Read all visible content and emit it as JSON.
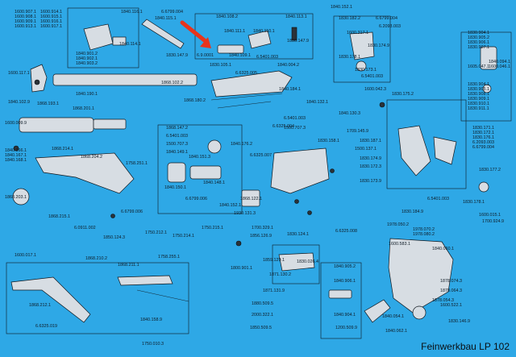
{
  "footer": {
    "title": "Feinwerkbau LP 102"
  },
  "colors": {
    "background": "#2ea8e6",
    "ink": "#101820",
    "part_fill": "#d7dde3",
    "arrow": "#e8341c"
  },
  "labels": [
    "1600.907.1",
    "1600.908.1",
    "1600.909.1",
    "1600.913.1",
    "1600.914.1",
    "1600.915.1",
    "1600.916.1",
    "1600.917.1",
    "1840.901.2",
    "1840.902.1",
    "1840.903.2",
    "1840.116.1",
    "6.6799.004",
    "1840.115.1",
    "1840.114.1",
    "1840.108.2",
    "1840.111.1",
    "1840.110.1",
    "1840.113.1",
    "1830.147.9",
    "6.9.0001",
    "1840.109.1",
    "1830.147.9",
    "6.5401.003",
    "1830.105.1",
    "1840.004.2",
    "1600.117.1",
    "1840.102.9",
    "1868.193.1",
    "1840.190.1",
    "1868.102.2",
    "6.6325.005",
    "1840.152.1",
    "1830.182.2",
    "6.6799.004",
    "6.2093.003",
    "1600.317.1",
    "1830.178.1",
    "1830.174.9",
    "1830.173.1",
    "6.5401.003",
    "1600.042.3",
    "1830.904.1",
    "1830.905.2",
    "1830.906.1",
    "1830.907.1",
    "1840.094.1",
    "1605.047.1",
    "1600.046.1",
    "1830.904.1",
    "1830.905.1",
    "1830.908.1",
    "1830.909.1",
    "1830.910.1",
    "1830.911.1",
    "1868.201.1",
    "1600.009.9",
    "1840.184.1",
    "1840.166.1",
    "1840.167.1",
    "1840.168.1",
    "1868.214.1",
    "1868.180.2",
    "1830.175.2",
    "1840.132.1",
    "6.6325.004",
    "6.5401.003",
    "1500.707.3",
    "1830.171.1",
    "1830.172.1",
    "1830.176.1",
    "6.2093.003",
    "6.6799.004",
    "1868.203.1",
    "1868.204.2",
    "1758.251.1",
    "1868.215.1",
    "6.6799.006",
    "1868.147.2",
    "6.5401.003",
    "1500.707.3",
    "1840.149.1",
    "1840.148.1",
    "1840.151.3",
    "1840.150.1",
    "6.6799.006",
    "1840.176.2",
    "6.6325.007",
    "1840.130.3",
    "1709.145.9",
    "1830.158.1",
    "1500.137.1",
    "1830.187.1",
    "1830.174.9",
    "1830.172.3",
    "1868.122.1",
    "1830.173.9",
    "1830.177.2",
    "1600.015.1",
    "1830.178.1",
    "6.5401.003",
    "1830.184.9",
    "6.0911.002",
    "1850.124.3",
    "1750.212.1",
    "1750.214.1",
    "1750.215.1",
    "1840.152.1",
    "1930.131.3",
    "1700.329.1",
    "1856.126.9",
    "1830.124.1",
    "6.6325.008",
    "1978.050.2",
    "1978.070.2",
    "1978.080.2",
    "1700.924.9",
    "1600.017.1",
    "1868.210.2",
    "1868.211.1",
    "1758.255.1",
    "1868.212.1",
    "1840.158.9",
    "6.6325.019",
    "1750.010.3",
    "1800.901.1",
    "1859.129.1",
    "1871.130.2",
    "1871.131.9",
    "1880.509.5",
    "2000.322.1",
    "1850.509.5",
    "1840.905.2",
    "1840.906.1",
    "1840.904.1",
    "1200.509.9",
    "1830.026.4",
    "1600.583.1",
    "1840.060.1",
    "1878.074.3",
    "1878.064.3",
    "1878.054.3",
    "1840.054.1",
    "1840.062.1",
    "1600.522.1",
    "1830.146.9"
  ]
}
